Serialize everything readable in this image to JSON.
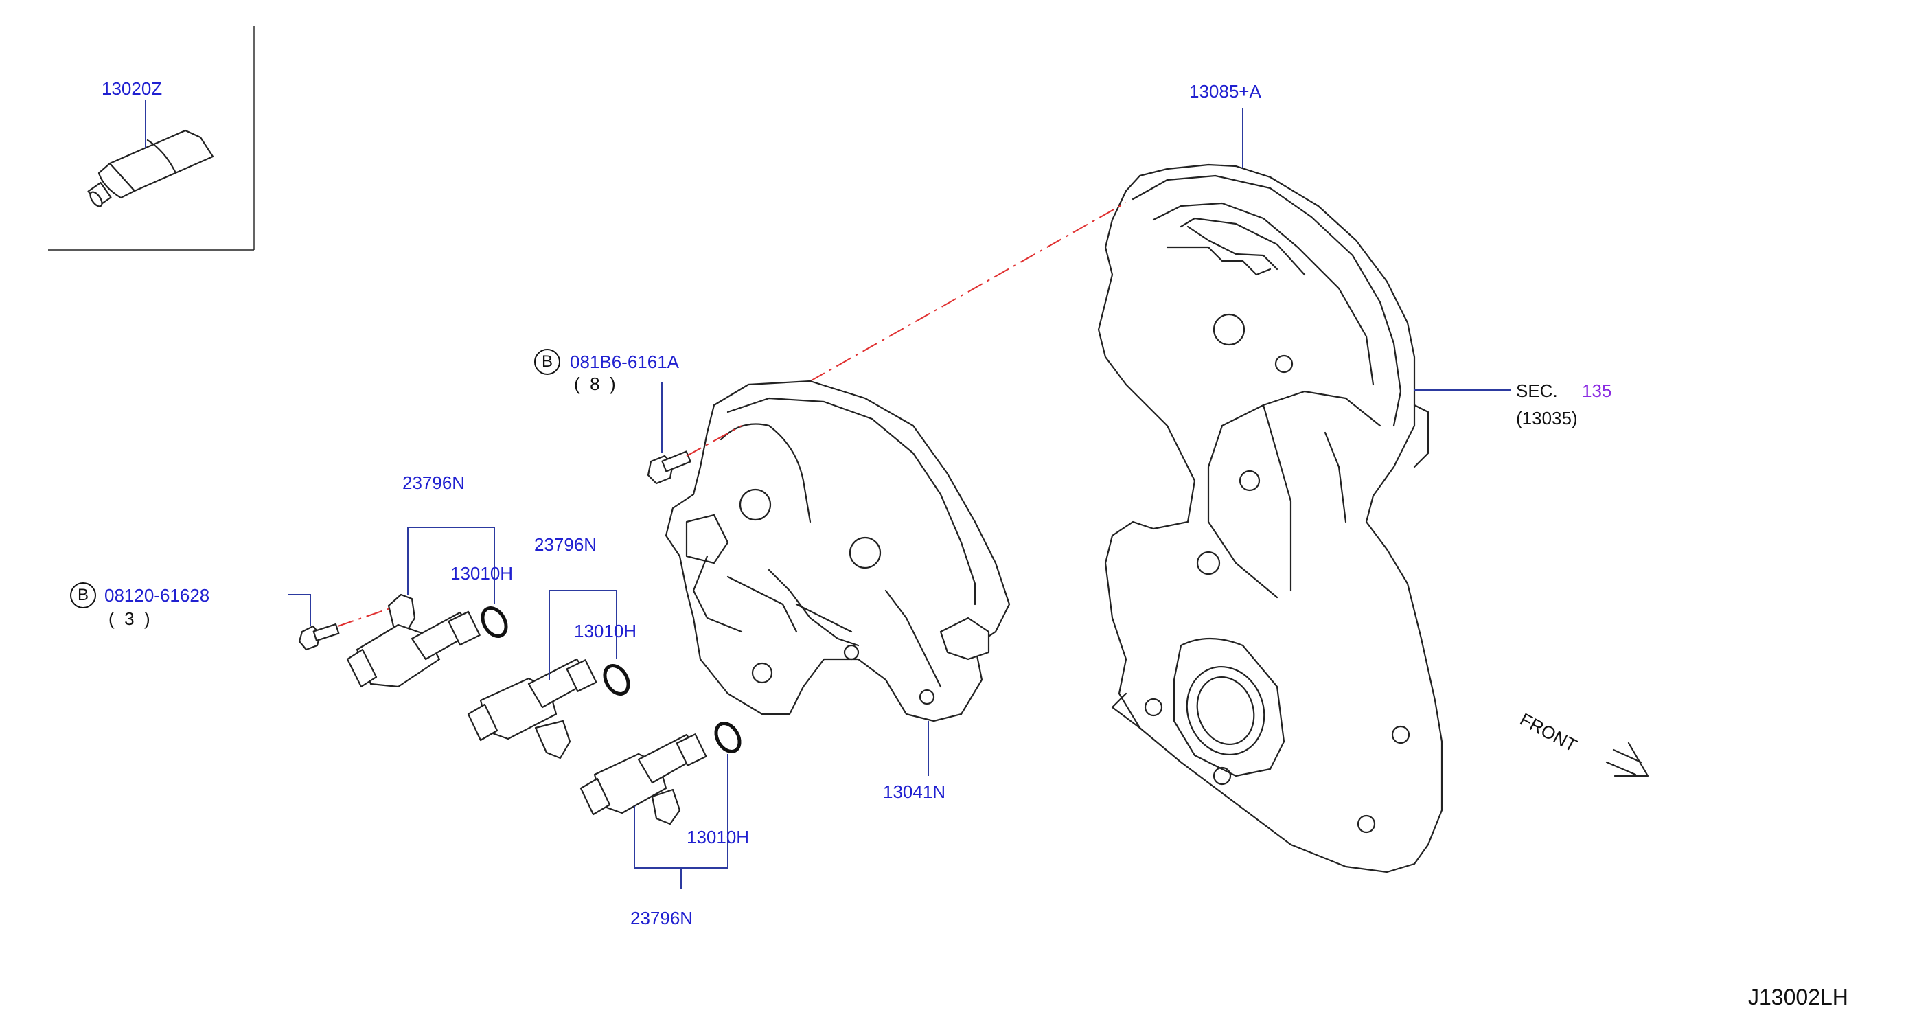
{
  "diagram_code": "J13002LH",
  "labels": {
    "sealant": "13020Z",
    "front_cover_gasket": "13085+A",
    "sec_prefix": "SEC.",
    "sec_number": "135",
    "sec_ref": "(13035)",
    "bolt_upper_part": "081B6-6161A",
    "bolt_upper_qty": "(  8  )",
    "bolt_lower_part": "08120-61628",
    "bolt_lower_qty": "(  3  )",
    "bolt_symbol": "B",
    "valve_1": "23796N",
    "valve_2": "23796N",
    "valve_3": "23796N",
    "oring_1": "13010H",
    "oring_2": "13010H",
    "oring_3": "13010H",
    "cover": "13041N",
    "front": "FRONT"
  },
  "colors": {
    "part_number": "#2020d0",
    "section_number": "#8a2be2",
    "leader_line": "#2c3aa0",
    "center_line": "#e03030",
    "outline": "#222222"
  }
}
